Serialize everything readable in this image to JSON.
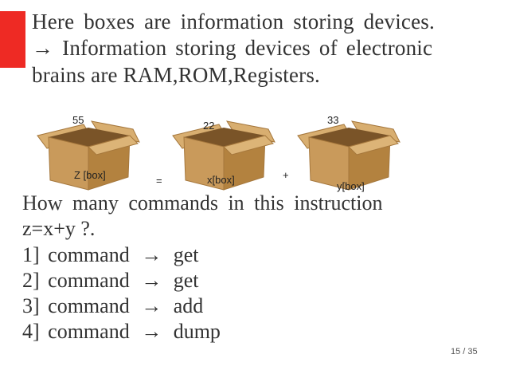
{
  "heading": {
    "line1": "Here boxes are information storing devices.",
    "line2": "→ Information storing devices of electronic",
    "line3": "brains are RAM,ROM,Registers."
  },
  "boxes": [
    {
      "value": "55",
      "name": "Z [box]"
    },
    {
      "value": "22",
      "name": "x[box]"
    },
    {
      "value": "33",
      "name": "y[box]"
    }
  ],
  "operators": {
    "equals": "=",
    "plus": "+"
  },
  "question": {
    "line1": "How many commands in this instruction",
    "line2": "z=x+y ?."
  },
  "commands": [
    {
      "index": "1]",
      "word": "command",
      "arrow": "→",
      "action": "get"
    },
    {
      "index": "2]",
      "word": "command",
      "arrow": "→",
      "action": "get"
    },
    {
      "index": "3]",
      "word": "command",
      "arrow": "→",
      "action": "add"
    },
    {
      "index": "4]",
      "word": "command",
      "arrow": "→",
      "action": "dump"
    }
  ],
  "page": {
    "number": "15 / 35"
  },
  "colors": {
    "accent": "#ee2a24",
    "box_front": "#c99a5b",
    "box_side": "#b3823f",
    "box_inner": "#8a6030",
    "box_flap": "#d8ae70"
  }
}
